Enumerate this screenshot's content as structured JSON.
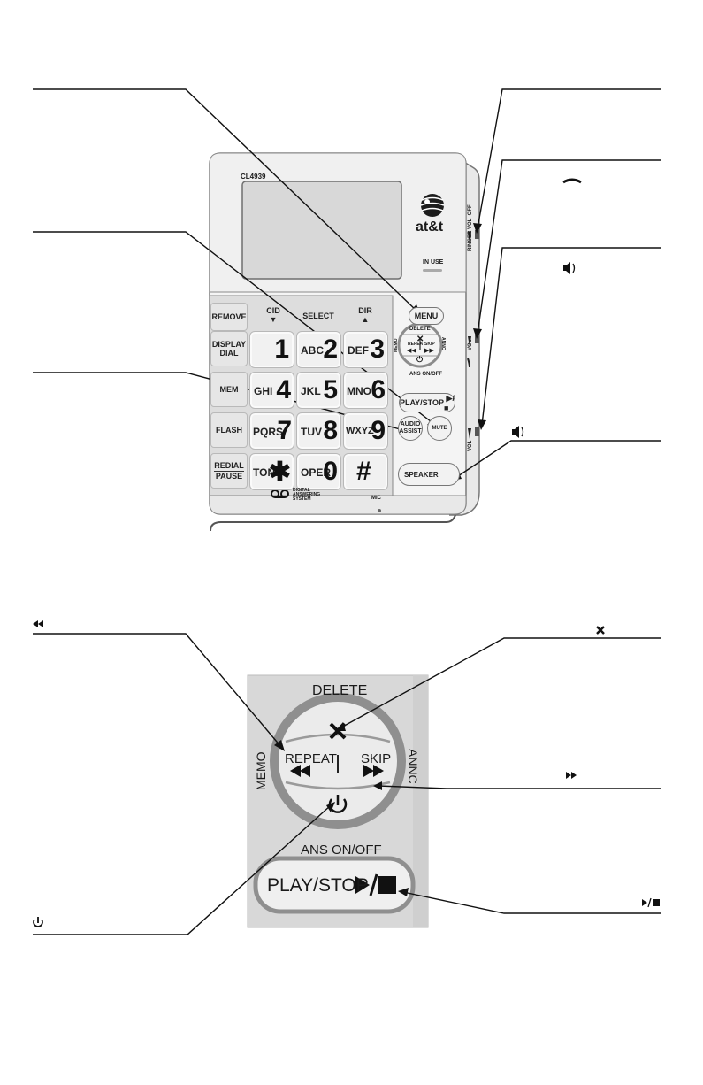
{
  "phone": {
    "model": "CL4939",
    "brand": "at&t",
    "in_use": "IN USE",
    "header_keys": [
      "REMOVE",
      "CID",
      "SELECT",
      "DIR"
    ],
    "side_keys": [
      "DISPLAY DIAL",
      "MEM",
      "FLASH",
      "REDIAL",
      "PAUSE"
    ],
    "keys": [
      {
        "letters": "",
        "digit": "1"
      },
      {
        "letters": "ABC",
        "digit": "2"
      },
      {
        "letters": "DEF",
        "digit": "3"
      },
      {
        "letters": "GHI",
        "digit": "4"
      },
      {
        "letters": "JKL",
        "digit": "5"
      },
      {
        "letters": "MNO",
        "digit": "6"
      },
      {
        "letters": "PQRS",
        "digit": "7"
      },
      {
        "letters": "TUV",
        "digit": "8"
      },
      {
        "letters": "WXYZ",
        "digit": "9"
      },
      {
        "letters": "TONE",
        "digit": "✱"
      },
      {
        "letters": "OPER",
        "digit": "0"
      },
      {
        "letters": "",
        "digit": "#"
      }
    ],
    "menu": "MENU",
    "delete": "DELETE",
    "memo": "MEMO",
    "annc": "ANNC",
    "repeat": "REPEAT",
    "skip": "SKIP",
    "ans_onoff": "ANS  ON/OFF",
    "play_stop": "PLAY/STOP",
    "audio_assist": "AUDIO ASSIST",
    "mute": "MUTE",
    "speaker": "SPEAKER",
    "das": "DIGITAL ANSWERING SYSTEM",
    "mic": "MIC",
    "ringer_vol": "RINGER VOL",
    "ringer_off": "OFF",
    "vol": "VOL"
  },
  "detail": {
    "delete": "DELETE",
    "memo": "MEMO",
    "annc": "ANNC",
    "repeat": "REPEAT",
    "skip": "SKIP",
    "ans_onoff": "ANS  ON/OFF",
    "play_stop": "PLAY/STOP"
  },
  "icons": {
    "hook": "handset-icon",
    "speaker": "speaker-icon",
    "rewind": "rewind-icon",
    "forward": "forward-icon",
    "delete": "x-icon",
    "power": "power-icon",
    "play_stop": "play-stop-icon"
  }
}
